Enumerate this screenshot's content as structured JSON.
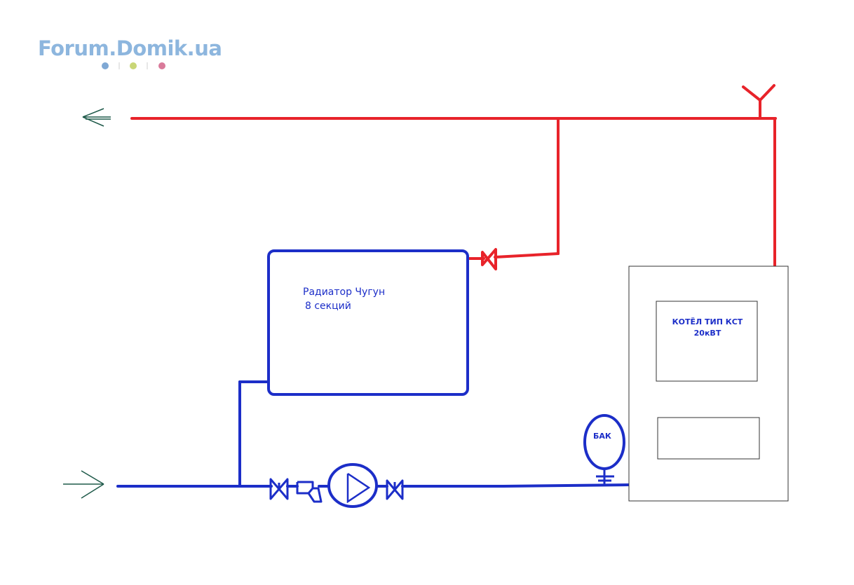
{
  "logo": {
    "text": "Forum.Domik.ua",
    "colors": {
      "text": "#8db6de",
      "dot_blue": "#7fa8d4",
      "dot_green": "#c9d676",
      "dot_pink": "#d97a9a"
    }
  },
  "colors": {
    "supply_pipe": "#e8232a",
    "return_pipe": "#1c2ec8",
    "arrow": "#1f5a4a",
    "label_text": "#1c2ec8",
    "boiler_outline": "#333333"
  },
  "radiator": {
    "line1": "Радиатор Чугун",
    "line2": "8 секций"
  },
  "boiler": {
    "line1": "КОТЁЛ ТИП КСТ",
    "line2": "20кВТ"
  },
  "tank": {
    "label": "БАК"
  },
  "icons": {
    "supply_arrow": "arrow-left-icon",
    "return_arrow": "arrow-right-icon",
    "air_vent": "air-vent-icon",
    "valve": "valve-icon",
    "filter": "filter-icon",
    "pump": "pump-icon"
  }
}
